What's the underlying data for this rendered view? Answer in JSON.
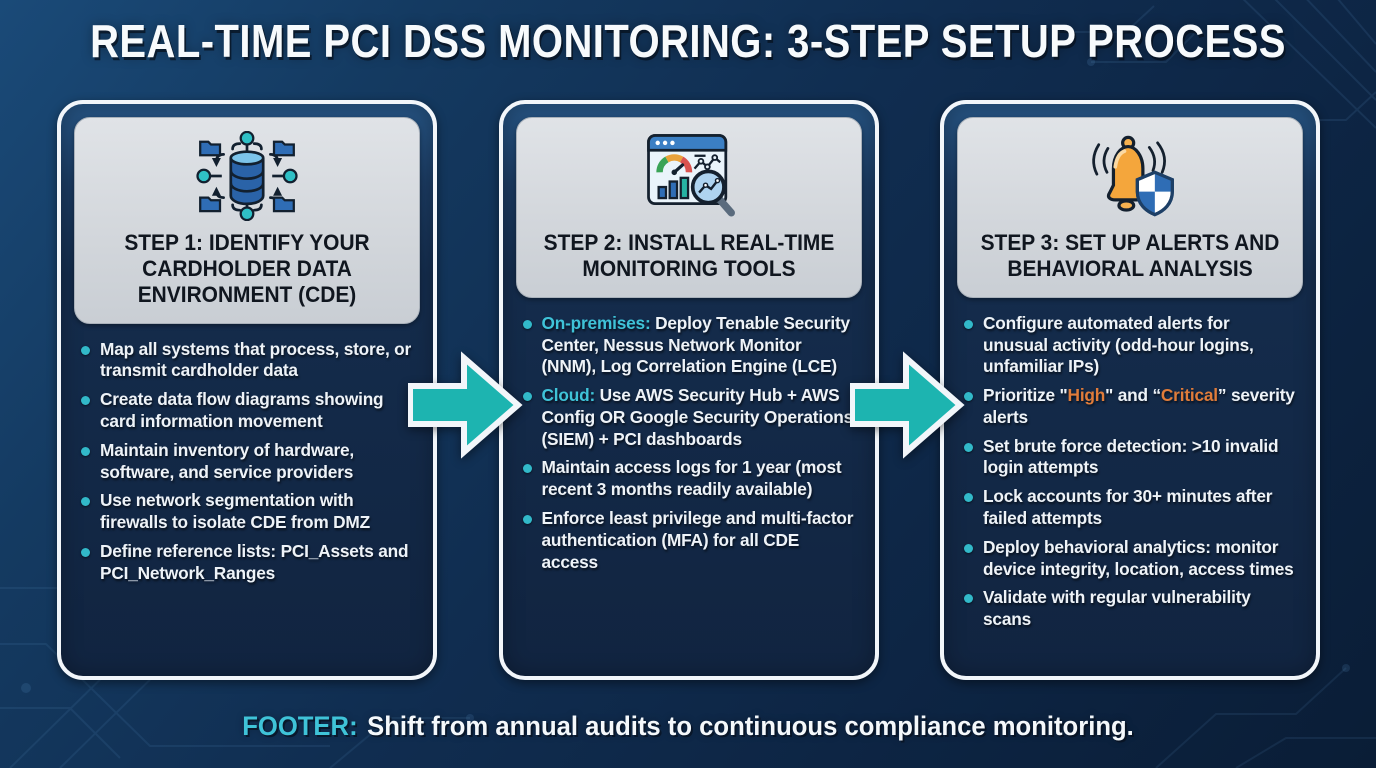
{
  "title": "REAL-TIME PCI DSS MONITORING: 3-STEP SETUP PROCESS",
  "colors": {
    "background": "#102d50",
    "card_background": "#142c4c",
    "card_border": "#f2f6fa",
    "header_panel": "#d2d6db",
    "heading_text": "#10161f",
    "bullet_dot_teal": "#32b9c9",
    "accent_teal": "#3fc3d8",
    "accent_orange": "#e07c3a",
    "arrow_fill": "#1db4b0",
    "body_text": "#eef3f8"
  },
  "steps": [
    {
      "icon": "database-network-icon",
      "heading": "STEP 1: IDENTIFY YOUR CARDHOLDER DATA ENVIRONMENT (CDE)",
      "bullets": [
        {
          "segments": [
            {
              "text": "Map all systems that process, store, or transmit cardholder data",
              "color": "white"
            }
          ]
        },
        {
          "segments": [
            {
              "text": "Create data flow diagrams showing card information movement",
              "color": "white"
            }
          ]
        },
        {
          "segments": [
            {
              "text": "Maintain inventory of hardware, software, and service providers",
              "color": "white"
            }
          ]
        },
        {
          "segments": [
            {
              "text": "Use network segmentation with firewalls to isolate CDE from DMZ",
              "color": "white"
            }
          ]
        },
        {
          "segments": [
            {
              "text": "Define reference lists: PCI_Assets and PCI_Network_Ranges",
              "color": "white"
            }
          ]
        }
      ]
    },
    {
      "icon": "monitoring-dashboard-icon",
      "heading": "STEP 2: INSTALL REAL-TIME MONITORING TOOLS",
      "bullets": [
        {
          "segments": [
            {
              "text": "On-premises:",
              "color": "teal"
            },
            {
              "text": " Deploy Tenable Security Center, Nessus Network Monitor (NNM), Log Correlation Engine (LCE)",
              "color": "white"
            }
          ]
        },
        {
          "segments": [
            {
              "text": "Cloud:",
              "color": "teal"
            },
            {
              "text": " Use AWS Security Hub + AWS Config OR Google Security Operations (SIEM) + PCI dashboards",
              "color": "white"
            }
          ]
        },
        {
          "segments": [
            {
              "text": "Maintain access logs for 1 year (most recent 3 months readily available)",
              "color": "white"
            }
          ]
        },
        {
          "segments": [
            {
              "text": "Enforce least privilege and multi-factor authentication (MFA) for all CDE access",
              "color": "white"
            }
          ]
        }
      ]
    },
    {
      "icon": "alert-bell-shield-icon",
      "heading": "STEP 3: SET UP ALERTS AND BEHAVIORAL ANALYSIS",
      "bullets": [
        {
          "segments": [
            {
              "text": "Configure automated alerts for unusual activity (odd-hour logins, unfamiliar IPs)",
              "color": "white"
            }
          ]
        },
        {
          "segments": [
            {
              "text": "Prioritize \"",
              "color": "white"
            },
            {
              "text": "High",
              "color": "orange"
            },
            {
              "text": "\" and “",
              "color": "white"
            },
            {
              "text": "Critical",
              "color": "orange"
            },
            {
              "text": "” severity alerts",
              "color": "white"
            }
          ]
        },
        {
          "segments": [
            {
              "text": "Set brute force detection: >10 invalid login attempts",
              "color": "white"
            }
          ]
        },
        {
          "segments": [
            {
              "text": "Lock accounts for 30+ minutes after failed attempts",
              "color": "white"
            }
          ]
        },
        {
          "segments": [
            {
              "text": "Deploy behavioral analytics: monitor device integrity, location, access times",
              "color": "white"
            }
          ]
        },
        {
          "segments": [
            {
              "text": "Validate with regular vulnerability scans",
              "color": "white"
            }
          ]
        }
      ]
    }
  ],
  "footer": {
    "label": "FOOTER:",
    "text": "Shift from annual audits to continuous compliance monitoring."
  }
}
